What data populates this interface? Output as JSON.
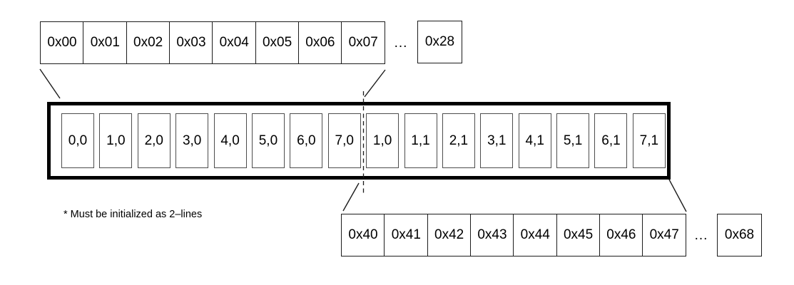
{
  "note": "* Must be initialized as 2–lines",
  "ellipsis": "...",
  "top_row": {
    "cells": [
      "0x00",
      "0x01",
      "0x02",
      "0x03",
      "0x04",
      "0x05",
      "0x06",
      "0x07"
    ],
    "extra_cell": "0x28"
  },
  "line_buffer": {
    "cells": [
      "0,0",
      "1,0",
      "2,0",
      "3,0",
      "4,0",
      "5,0",
      "6,0",
      "7,0",
      "1,0",
      "1,1",
      "2,1",
      "3,1",
      "4,1",
      "5,1",
      "6,1",
      "7,1"
    ]
  },
  "bottom_row": {
    "cells": [
      "0x40",
      "0x41",
      "0x42",
      "0x43",
      "0x44",
      "0x45",
      "0x46",
      "0x47"
    ],
    "extra_cell": "0x68"
  },
  "colors": {
    "connector": "#1c1c1c",
    "row_border": "#1c1c1c",
    "cell_border": "#4d4d4d",
    "box_border": "#000000",
    "background": "#ffffff",
    "text": "#000000"
  }
}
